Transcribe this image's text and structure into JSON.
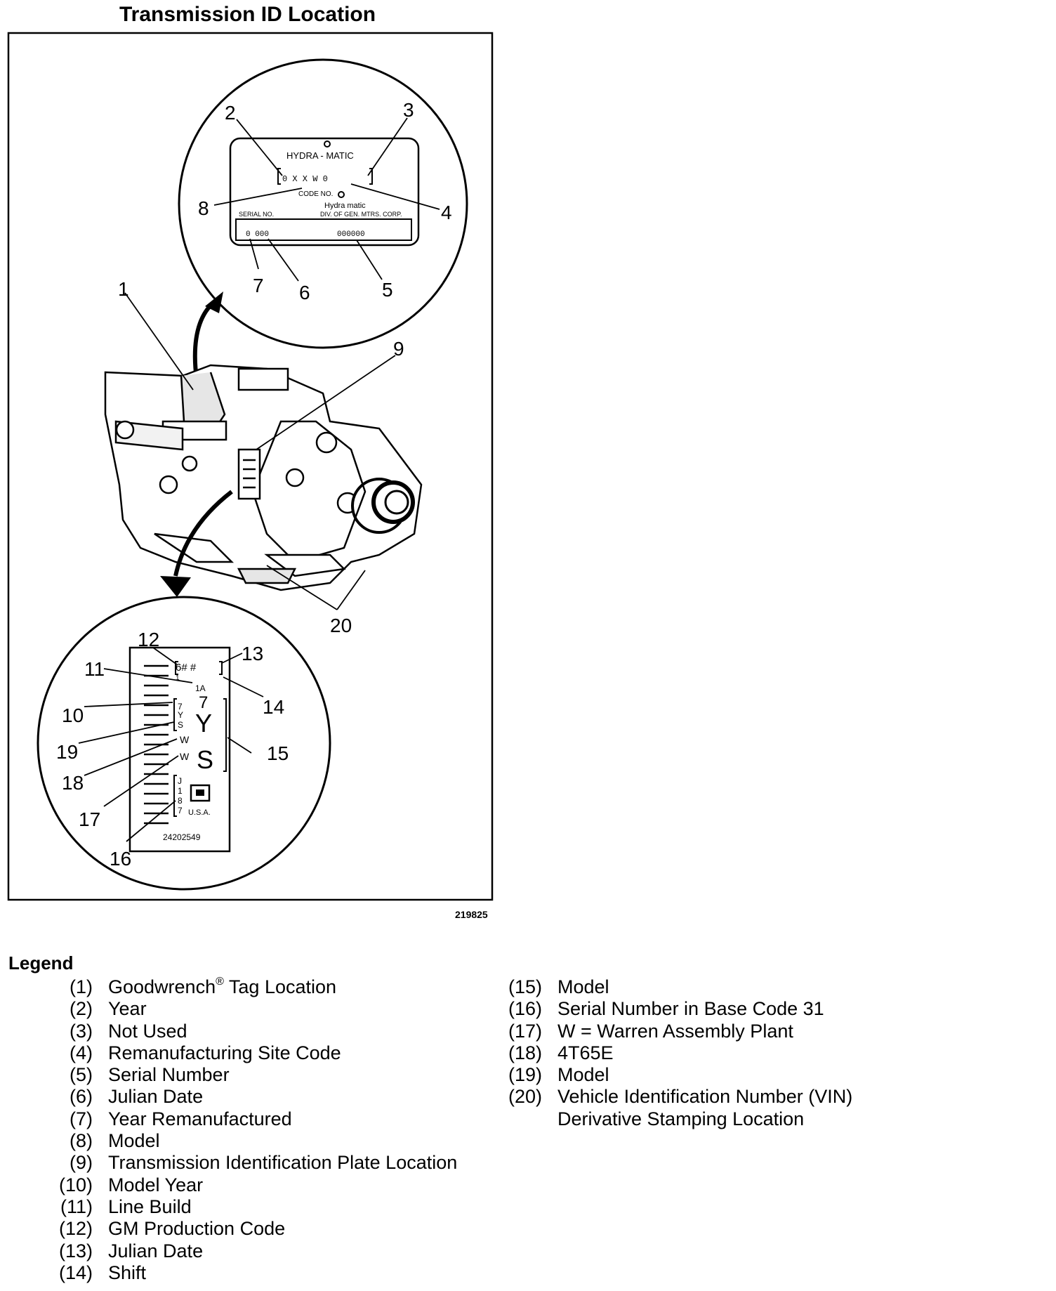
{
  "title": "Transmission ID Location",
  "figure_number": "219825",
  "callouts": [
    "1",
    "2",
    "3",
    "4",
    "5",
    "6",
    "7",
    "8",
    "9",
    "10",
    "11",
    "12",
    "13",
    "14",
    "15",
    "16",
    "17",
    "18",
    "19",
    "20"
  ],
  "upper_plate": {
    "brand": "HYDRA - MATIC",
    "code_value": "0 X X W  0",
    "code_label": "CODE NO.",
    "maker": "Hydra matic",
    "serial_label": "SERIAL NO.",
    "division_label": "DIV. OF GEN. MTRS. CORP.",
    "serial_left": "0  000",
    "serial_right": "000000"
  },
  "lower_plate": {
    "code_top": "6# #",
    "code_top_sub": "1",
    "line_build": "1A",
    "big_digit": "7",
    "year_chars": [
      "7",
      "Y",
      "S"
    ],
    "big_y": "Y",
    "w1": "W",
    "w2": "W",
    "big_s": "S",
    "serial_chars": [
      "J",
      "1",
      "8",
      "7"
    ],
    "country": "U.S.A.",
    "part_number": "24202549"
  },
  "legend": {
    "heading": "Legend",
    "left": [
      {
        "num": "(1)",
        "text": "Goodwrench",
        "sup": "®",
        "text2": " Tag Location"
      },
      {
        "num": "(2)",
        "text": "Year"
      },
      {
        "num": "(3)",
        "text": "Not Used"
      },
      {
        "num": "(4)",
        "text": "Remanufacturing Site Code"
      },
      {
        "num": "(5)",
        "text": "Serial Number"
      },
      {
        "num": "(6)",
        "text": "Julian Date"
      },
      {
        "num": "(7)",
        "text": "Year Remanufactured"
      },
      {
        "num": "(8)",
        "text": "Model"
      },
      {
        "num": "(9)",
        "text": "Transmission Identification Plate Location"
      },
      {
        "num": "(10)",
        "text": "Model Year"
      },
      {
        "num": "(11)",
        "text": "Line Build"
      },
      {
        "num": "(12)",
        "text": "GM Production Code"
      },
      {
        "num": "(13)",
        "text": "Julian Date"
      },
      {
        "num": "(14)",
        "text": "Shift"
      }
    ],
    "right": [
      {
        "num": "(15)",
        "text": "Model"
      },
      {
        "num": "(16)",
        "text": "Serial Number in Base Code 31"
      },
      {
        "num": "(17)",
        "text": "W = Warren Assembly Plant"
      },
      {
        "num": "(18)",
        "text": "4T65E"
      },
      {
        "num": "(19)",
        "text": "Model"
      },
      {
        "num": "(20)",
        "text": "Vehicle Identification Number (VIN)",
        "text_cont": "Derivative Stamping Location"
      }
    ]
  }
}
